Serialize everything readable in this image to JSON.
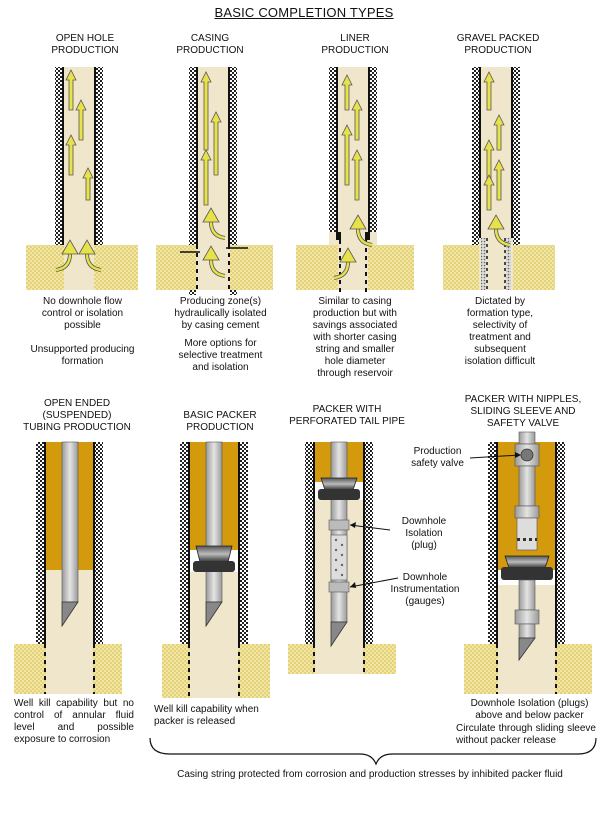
{
  "title": "BASIC COMPLETION TYPES",
  "top_row": [
    {
      "heading": "OPEN HOLE\nPRODUCTION",
      "notes": [
        "No downhole flow\ncontrol or isolation\npossible",
        "Unsupported producing\nformation"
      ]
    },
    {
      "heading": "CASING\nPRODUCTION",
      "notes": [
        "Producing zone(s)\nhydraulically isolated\nby casing cement",
        "More options for\nselective treatment\nand isolation"
      ]
    },
    {
      "heading": "LINER\nPRODUCTION",
      "notes": [
        "Similar to casing\nproduction but with\nsavings associated\nwith shorter casing\nstring and smaller\nhole diameter\nthrough reservoir"
      ]
    },
    {
      "heading": "GRAVEL PACKED\nPRODUCTION",
      "notes": [
        "Dictated by\nformation type,\nselectivity of\ntreatment and\nsubsequent\nisolation difficult"
      ]
    }
  ],
  "bottom_row": [
    {
      "heading": "OPEN ENDED\n(SUSPENDED)\nTUBING PRODUCTION",
      "notes": [
        "Well kill capability but no control of annular fluid level and possible exposure to corrosion"
      ]
    },
    {
      "heading": "BASIC PACKER\nPRODUCTION",
      "notes": [
        "Well kill capability when\npacker is released"
      ]
    },
    {
      "heading": "PACKER WITH\nPERFORATED TAIL PIPE",
      "callouts": [
        "Downhole\nIsolation\n(plug)",
        "Downhole\nInstrumentation\n(gauges)"
      ]
    },
    {
      "heading": "PACKER WITH NIPPLES,\nSLIDING SLEEVE AND\nSAFETY VALVE",
      "callouts": [
        "Production\nsafety valve"
      ],
      "notes": [
        "Downhole Isolation (plugs)\nabove and below packer",
        "Circulate through sliding sleeve without packer release"
      ]
    }
  ],
  "footer": "Casing string protected from corrosion and production stresses by inhibited packer fluid",
  "colors": {
    "formation": "#efe6cc",
    "reservoir": "#f2e59a",
    "packer_fluid": "#d29a0c",
    "tubing": "#c7c7c7",
    "arrow": "#e8e24a",
    "casing": "#111111"
  }
}
